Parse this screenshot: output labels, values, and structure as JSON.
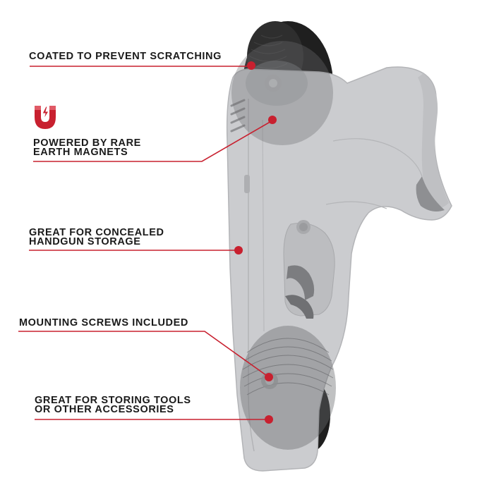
{
  "callouts": {
    "coated": {
      "line1": "COATED TO PREVENT SCRATCHING",
      "line2": ""
    },
    "powered": {
      "line1": "POWERED BY RARE",
      "line2": "EARTH MAGNETS"
    },
    "concealed": {
      "line1": "GREAT FOR CONCEALED",
      "line2": "HANDGUN STORAGE"
    },
    "screws": {
      "line1": "MOUNTING SCREWS INCLUDED",
      "line2": ""
    },
    "tools": {
      "line1": "GREAT FOR STORING TOOLS",
      "line2": "OR OTHER ACCESSORIES"
    }
  },
  "icons": {
    "magnet_badge": "magnet-lightning-icon"
  },
  "colors": {
    "accent_red": "#c8202f",
    "text": "#1a1a1a",
    "gun_body": "#c9cacc",
    "gun_outline": "#b6b7b9",
    "magnet_dark": "#1e1e1e"
  }
}
